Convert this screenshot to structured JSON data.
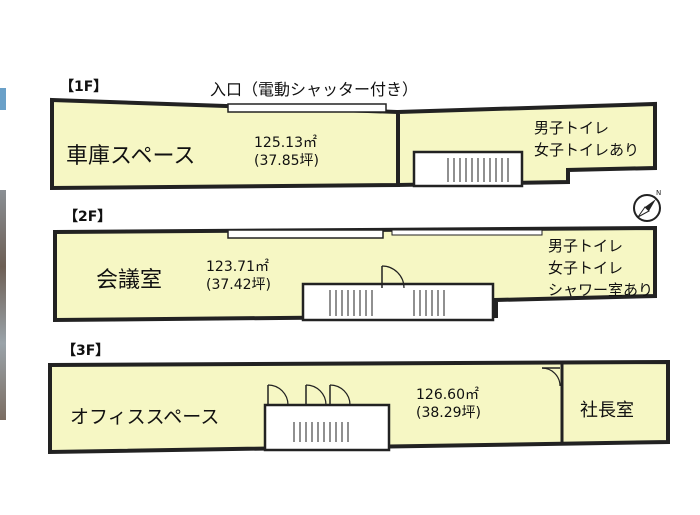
{
  "colors": {
    "fill": "#f6f7c4",
    "wall": "#222222",
    "glass": "#ffffff"
  },
  "floors": {
    "f1": {
      "label": "【1F】",
      "entrance": "入口（電動シャッター付き）",
      "room": "車庫スペース",
      "area_m2": "125.13㎡",
      "area_tsubo": "(37.85坪)",
      "toilet_1": "男子トイレ",
      "toilet_2": "女子トイレあり"
    },
    "f2": {
      "label": "【2F】",
      "room": "会議室",
      "area_m2": "123.71㎡",
      "area_tsubo": "(37.42坪)",
      "note_1": "男子トイレ",
      "note_2": "女子トイレ",
      "note_3": "シャワー室あり"
    },
    "f3": {
      "label": "【3F】",
      "room": "オフィススペース",
      "area_m2": "126.60㎡",
      "area_tsubo": "(38.29坪)",
      "room_2": "社長室"
    }
  },
  "compass": {
    "icon": "north-arrow-icon"
  }
}
